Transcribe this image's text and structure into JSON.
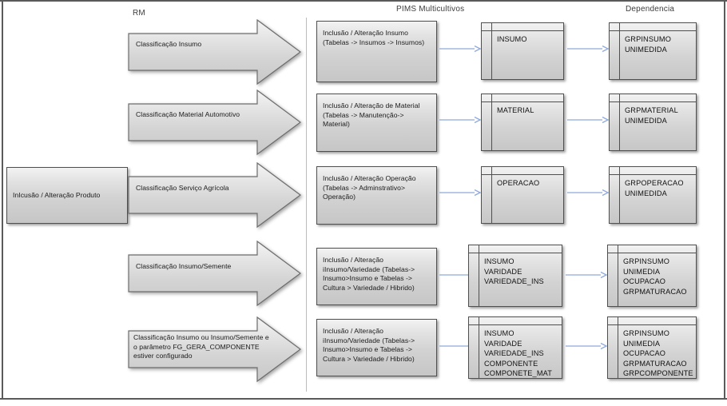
{
  "diagram": {
    "title_absent": true,
    "lanes": [
      {
        "id": "rm",
        "label": "RM"
      },
      {
        "id": "pims",
        "label": "PIMS Multicultivos"
      },
      {
        "id": "dep",
        "label": "Dependencia"
      }
    ],
    "source_box": {
      "label": "InIcusão / Alteração Produto"
    },
    "rows": [
      {
        "arrow_label": "Classificação Insumo",
        "process": "Inclusão / Alteração Insumo (Tabelas -> Insumos -> Insumos)",
        "process_lines": [
          "Inclusão / Alteração Insumo",
          "(Tabelas -> Insumos -> Insumos)"
        ],
        "pims_tables": [
          "INSUMO"
        ],
        "dependency_tables": [
          "GRPINSUMO",
          "UNIMEDIDA"
        ]
      },
      {
        "arrow_label": "Classificação Material Automotivo",
        "process_lines": [
          "Inclusão / Alteração de Material",
          "(Tabelas -> Manutenção->",
          "Material)"
        ],
        "pims_tables": [
          "MATERIAL"
        ],
        "dependency_tables": [
          "GRPMATERIAL",
          "UNIMEDIDA"
        ]
      },
      {
        "arrow_label": "Classificação Serviço Agrícola",
        "process_lines": [
          "Inclusão / Alteração Operação",
          "(Tabelas -> Adminstrativo>",
          "Operação)"
        ],
        "pims_tables": [
          "OPERACAO"
        ],
        "dependency_tables": [
          "GRPOPERACAO",
          "UNIMEDIDA"
        ]
      },
      {
        "arrow_label": "Classificação Insumo/Semente",
        "process_lines": [
          "Inclusão / Alteração",
          "iInsumo/Variedade (Tabelas->",
          "Insumo>Insumo e Tabelas ->",
          "Cultura > Variedade / Hibrido)"
        ],
        "pims_tables": [
          "INSUMO",
          "VARIDADE",
          "VARIEDADE_INS"
        ],
        "dependency_tables": [
          "GRPINSUMO",
          "UNIMEDIA",
          "OCUPACAO",
          "GRPMATURACAO"
        ]
      },
      {
        "arrow_label_lines": [
          "Classificação Insumo ou Insumo/Semente e",
          "o parâmetro FG_GERA_COMPONENTE",
          "estiver configurado"
        ],
        "arrow_label": "Classificação Insumo ou Insumo/Semente e o parâmetro FG_GERA_COMPONENTE estiver configurado",
        "process_lines": [
          "Inclusão / Alteração",
          "iInsumo/Variedade (Tabelas->",
          "Insumo>Insumo e Tabelas ->",
          "Cultura > Variedade / Hibrido)"
        ],
        "pims_tables": [
          "INSUMO",
          "VARIDADE",
          "VARIEDADE_INS",
          "COMPONENTE",
          "COMPONETE_MAT"
        ],
        "dependency_tables": [
          "GRPINSUMO",
          "UNIMEDIA",
          "OCUPACAO",
          "GRPMATURACAO",
          "GRPCOMPONENTE"
        ]
      }
    ],
    "colors": {
      "connector": "#8faadc",
      "lane_divider": "#9dc3e6",
      "shape_stroke": "#4f4f4f",
      "frame": "#5a5a5a",
      "text": "#1b1b1b"
    }
  }
}
